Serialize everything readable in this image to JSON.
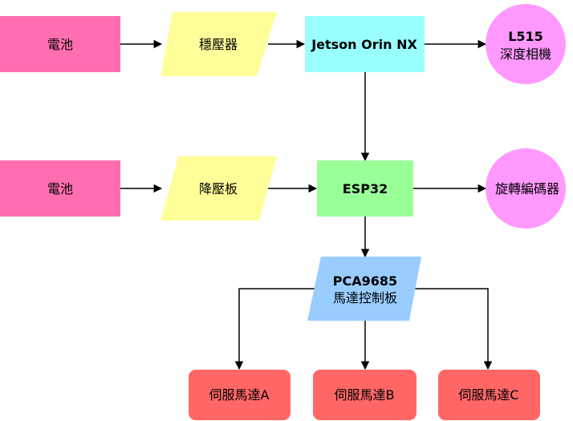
{
  "nodes": {
    "battery_1": {
      "label": "電池",
      "color": "#ff6fb0"
    },
    "regulator": {
      "label": "穩壓器",
      "color": "#ffff99"
    },
    "jetson": {
      "label": "Jetson Orin NX",
      "color": "#99ffff"
    },
    "camera_line1": {
      "label": "L515",
      "color": "#ff99ff"
    },
    "camera_line2": {
      "label": "深度相機"
    },
    "battery_2": {
      "label": "電池",
      "color": "#ff6fb0"
    },
    "buck_board": {
      "label": "降壓板",
      "color": "#ffff99"
    },
    "esp32": {
      "label": "ESP32",
      "color": "#99ff99"
    },
    "encoder": {
      "label": "旋轉編碼器",
      "color": "#ff99ff"
    },
    "pca_line1": {
      "label": "PCA9685",
      "color": "#99ccff"
    },
    "pca_line2": {
      "label": "馬達控制板"
    },
    "servo_a": {
      "label": "伺服馬達A",
      "color": "#ff6666"
    },
    "servo_b": {
      "label": "伺服馬達B",
      "color": "#ff6666"
    },
    "servo_c": {
      "label": "伺服馬達C",
      "color": "#ff6666"
    }
  }
}
